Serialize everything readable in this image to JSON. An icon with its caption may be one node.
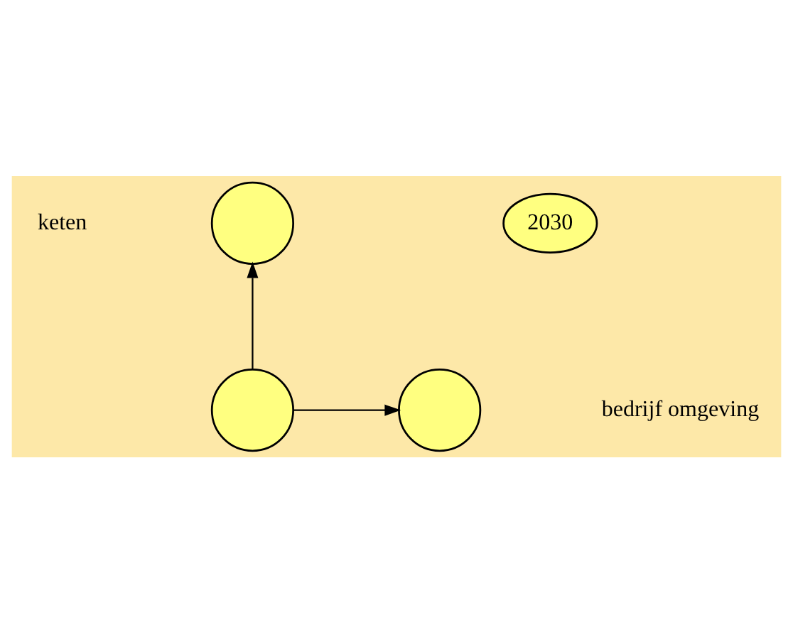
{
  "diagram": {
    "nodes": [
      {
        "text": [
          "2030"
        ]
      },
      {
        "text": [],
        "shape": "circle"
      },
      {
        "text": [],
        "shape": "circle"
      },
      {
        "text": [],
        "shape": "circle"
      }
    ],
    "edges": [
      {
        "from": 2,
        "to": 1,
        "arrow": "to"
      },
      {
        "from": 2,
        "to": 3,
        "arrow": "to"
      }
    ],
    "labels": [
      "keten",
      "bedrijf omgeving"
    ]
  }
}
